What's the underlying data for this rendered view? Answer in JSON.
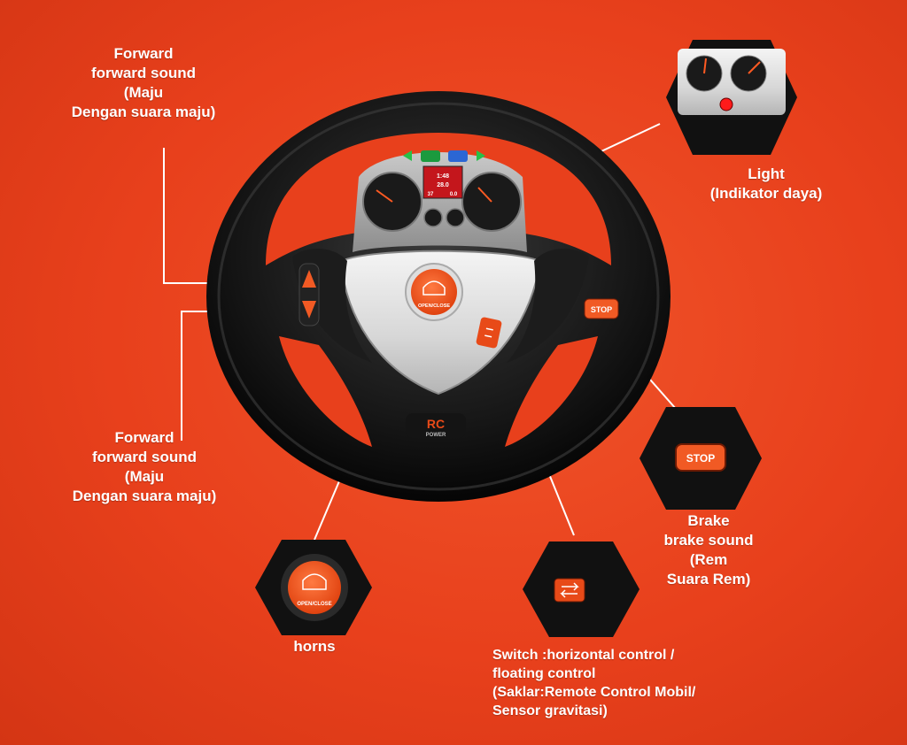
{
  "labels": {
    "forward_top": {
      "line1": "Forward",
      "line2": "forward sound",
      "line3": "(Maju",
      "line4": "Dengan suara maju)"
    },
    "forward_bottom": {
      "line1": "Forward",
      "line2": "forward sound",
      "line3": "(Maju",
      "line4": "Dengan suara maju)"
    },
    "light": {
      "line1": "Light",
      "line2": "(Indikator daya)"
    },
    "brake": {
      "line1": "Brake",
      "line2": "brake sound",
      "line3": "(Rem",
      "line4": "Suara Rem)"
    },
    "horns": "horns",
    "switch": {
      "line1": "Switch :horizontal control /",
      "line2": "floating control",
      "line3": "(Saklar:Remote Control Mobil/",
      "line4": "Sensor gravitasi)"
    }
  },
  "wheel": {
    "horn_button": "OPEN/CLOSE",
    "stop_button": "STOP",
    "brand": "RC",
    "brand_sub": "POWER",
    "display_values": [
      "1:48",
      "28.0",
      "37",
      "0.0"
    ]
  },
  "callouts": {
    "stop": "STOP",
    "horn": "OPEN/CLOSE"
  },
  "colors": {
    "background": "#e8401c",
    "accent": "#f15a24",
    "wheel": "#111111",
    "text": "#ffffff"
  }
}
